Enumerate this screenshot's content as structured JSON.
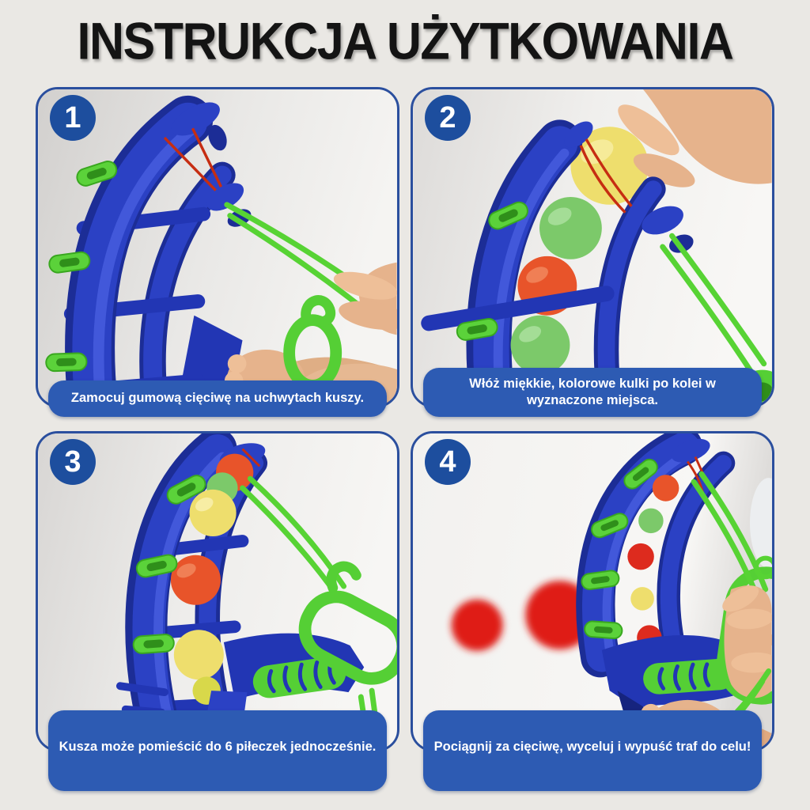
{
  "title": "INSTRUKCJA UŻYTKOWANIA",
  "palette": {
    "page_bg": "#eae8e4",
    "panel_border": "#2b4f9e",
    "badge_bg": "#1d4e9e",
    "caption_bg": "#2d5bb3",
    "caption_text": "#ffffff",
    "title_color": "#141414",
    "toy_blue": "#2b41c4",
    "toy_blue_dark": "#1c2d96",
    "toy_green": "#55cf35",
    "string_red": "#c62d12",
    "ball_yellow": "#eede6d",
    "ball_green": "#7cc96a",
    "ball_orange": "#e8542a",
    "ball_red": "#dd2b1e",
    "skin": "#e6b38c"
  },
  "steps": [
    {
      "number": "1",
      "caption": "Zamocuj gumową cięciwę na uchwytach kuszy.",
      "photo_alt": "hand-stretching-green-rubber-string-onto-blue-crossbow-hooks"
    },
    {
      "number": "2",
      "caption": "Włóż miękkie, kolorowe kulki po kolei w wyznaczone miejsca.",
      "photo_alt": "hand-inserting-yellow-foam-ball-into-track-with-green-orange-red-balls"
    },
    {
      "number": "3",
      "caption": "Kusza może pomieścić do 6 piłeczek jednocześnie.",
      "photo_alt": "crossbow-loaded-with-foam-balls-and-green-grip-handle"
    },
    {
      "number": "4",
      "caption": "Pociągnij za cięciwę, wyceluj i wypuść traf do celu!",
      "photo_alt": "child-hands-shooting-two-red-foam-balls-from-crossbow"
    }
  ]
}
